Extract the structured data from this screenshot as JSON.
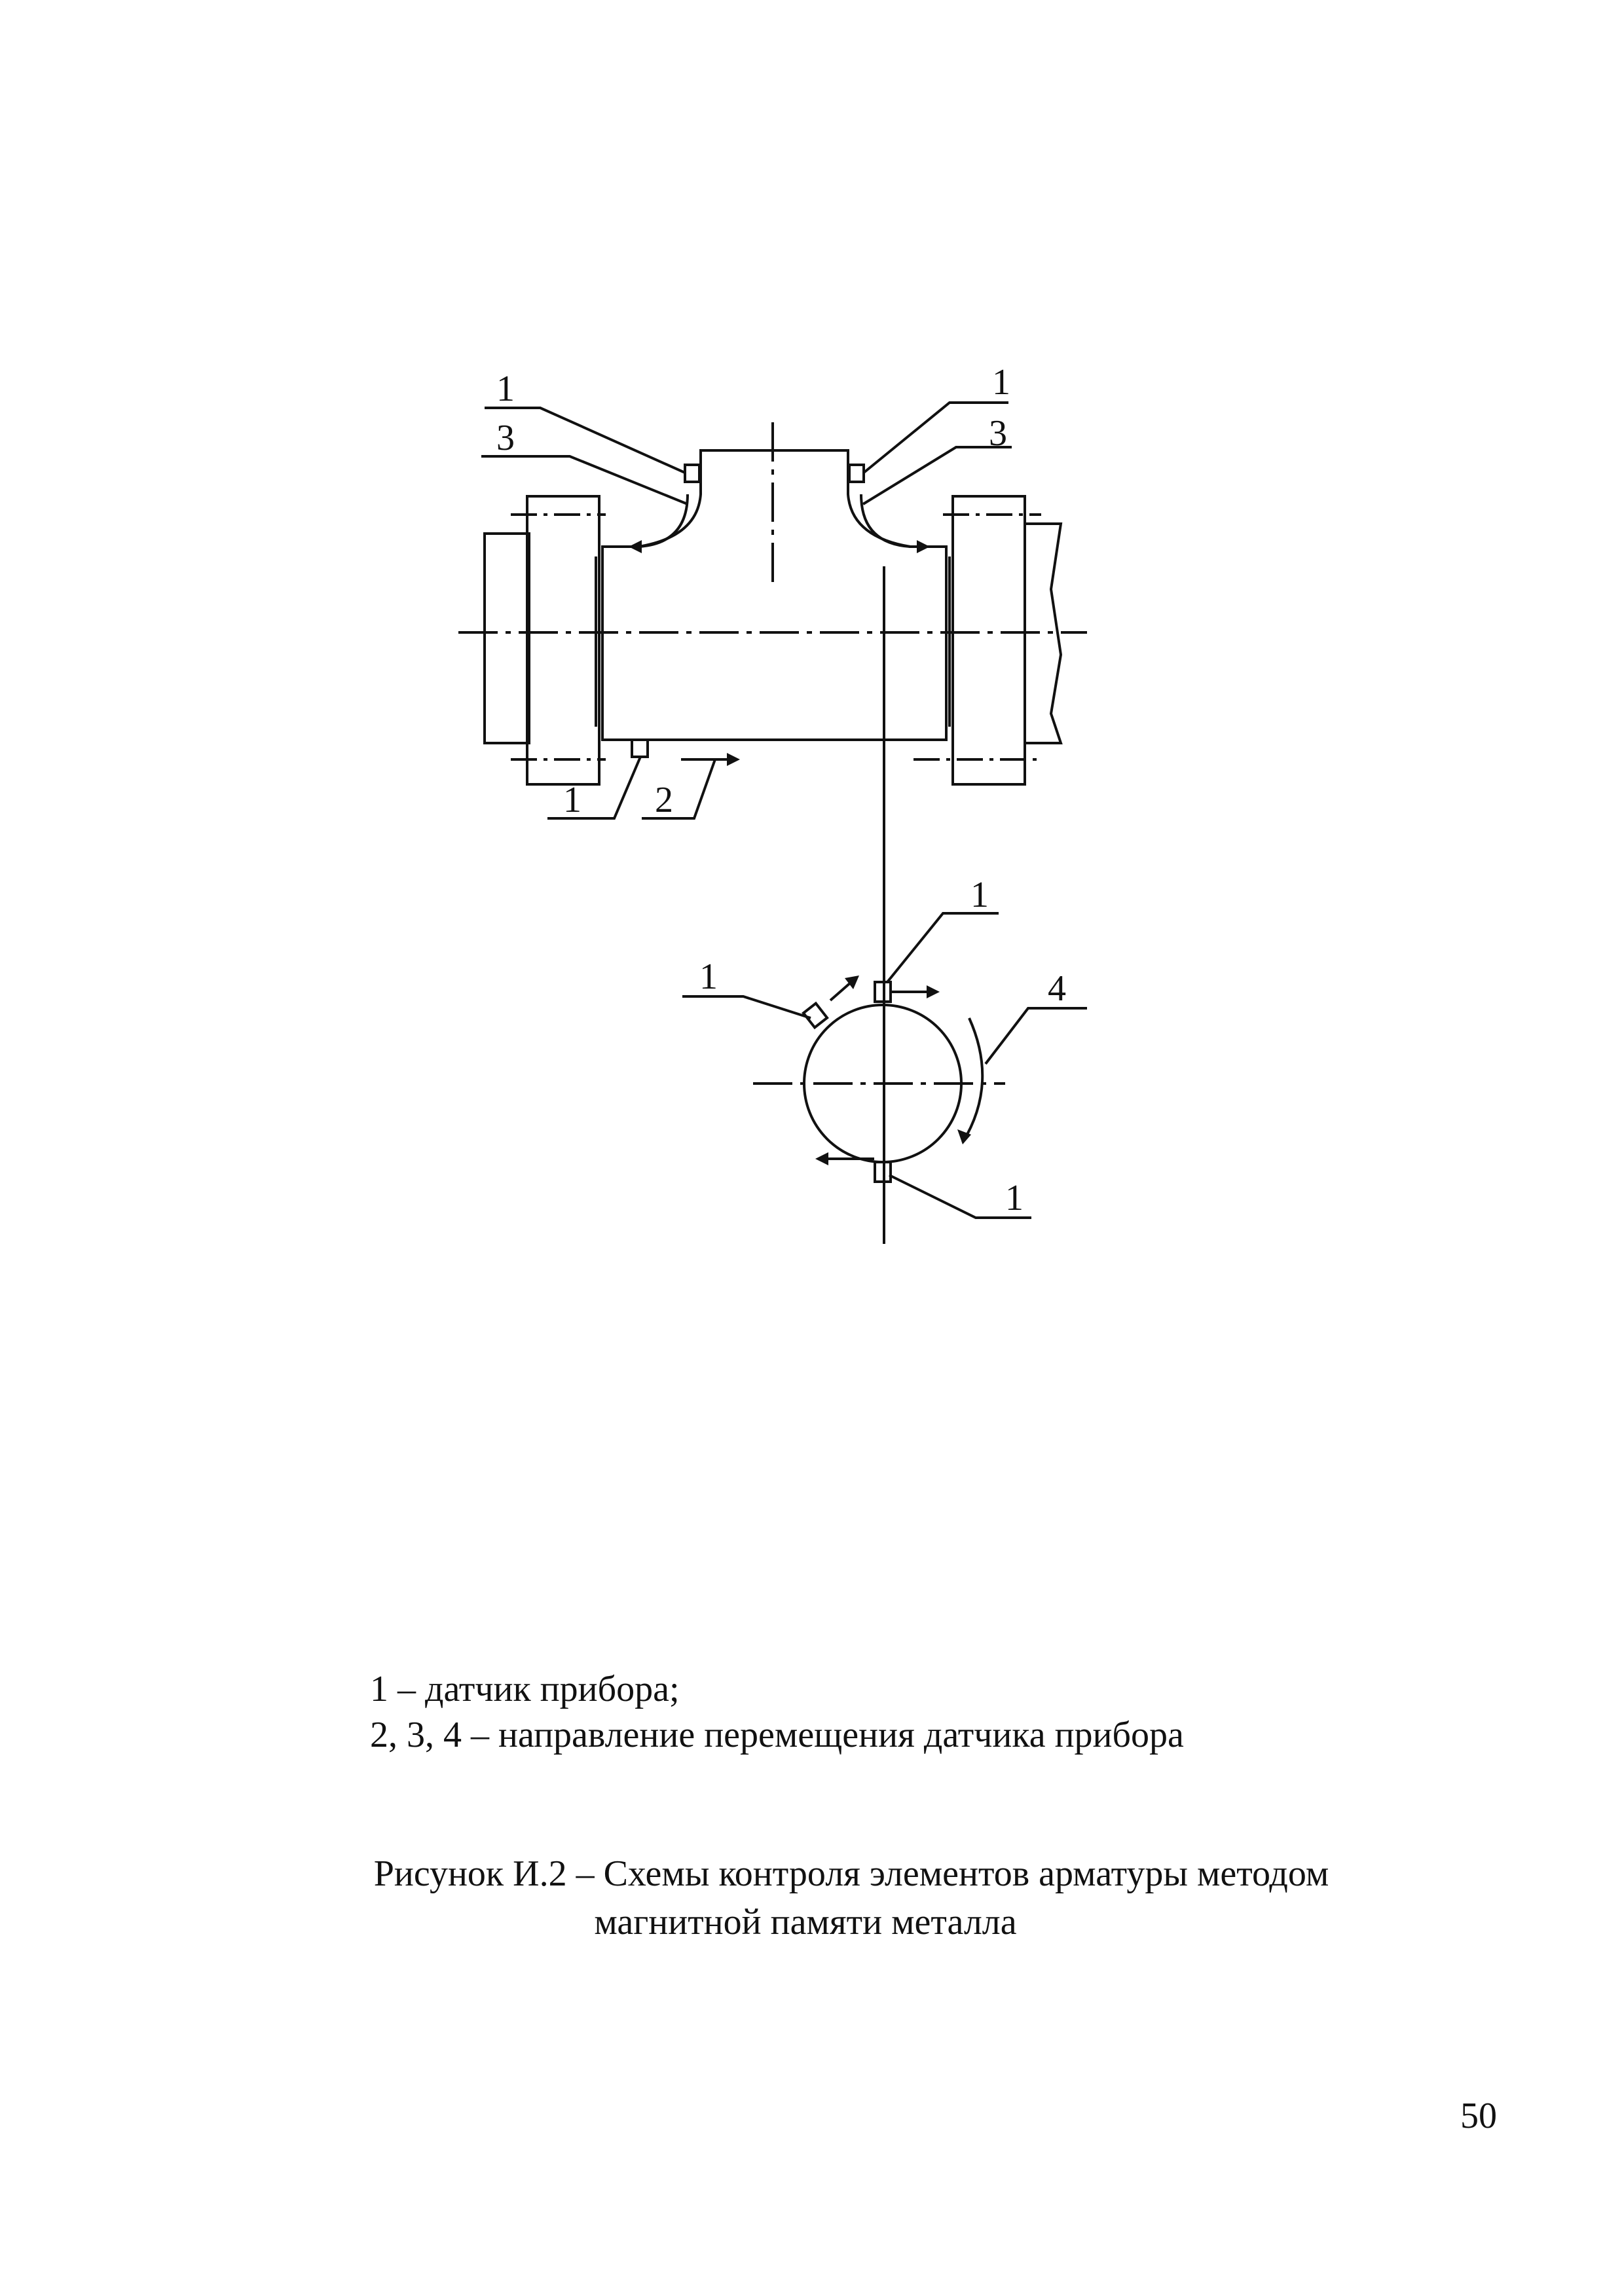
{
  "figure": {
    "labels": {
      "sensor": "1",
      "direction_2": "2",
      "direction_3": "3",
      "direction_4": "4"
    }
  },
  "legend": {
    "line1": "1 – датчик прибора;",
    "line2": "2, 3, 4 – направление перемещения датчика прибора"
  },
  "caption": {
    "line1": "Рисунок И.2 – Схемы контроля  элементов арматуры  методом",
    "line2": "магнитной памяти металла"
  },
  "page_number": "50"
}
